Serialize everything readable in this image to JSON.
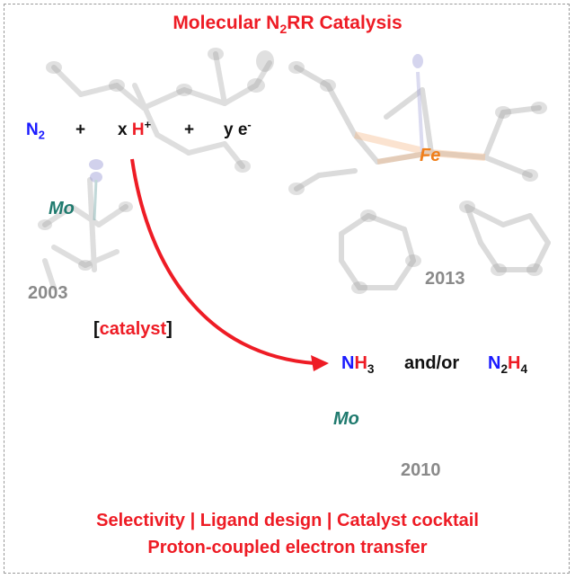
{
  "title": {
    "main": "Molecular N",
    "sub": "2",
    "rest": "RR Catalysis"
  },
  "equation": {
    "n": "N",
    "n_sub": "2",
    "plus1": "+",
    "x": "x",
    "h": "H",
    "h_sup": "+",
    "plus2": "+",
    "ye": "y e",
    "e_sup": "-"
  },
  "structures": [
    {
      "metal": "Mo",
      "year": "2003"
    },
    {
      "metal": "Fe",
      "year": "2013"
    },
    {
      "metal": "Mo",
      "year": "2010"
    }
  ],
  "catalyst": {
    "open": "[",
    "word": "catalyst",
    "close": "]"
  },
  "products": {
    "p1_n": "N",
    "p1_h": "H",
    "p1_sub": "3",
    "andor": "and/or",
    "p2_n": "N",
    "p2_sub1": "2",
    "p2_h": "H",
    "p2_sub2": "4"
  },
  "footer": {
    "line1": "Selectivity | Ligand design | Catalyst cocktail",
    "line2": "Proton-coupled electron transfer"
  },
  "colors": {
    "accent_red": "#ee1c25",
    "nitrogen_blue": "#1a1aff",
    "mo_teal": "#1f7a6e",
    "fe_orange": "#f07f1b"
  }
}
